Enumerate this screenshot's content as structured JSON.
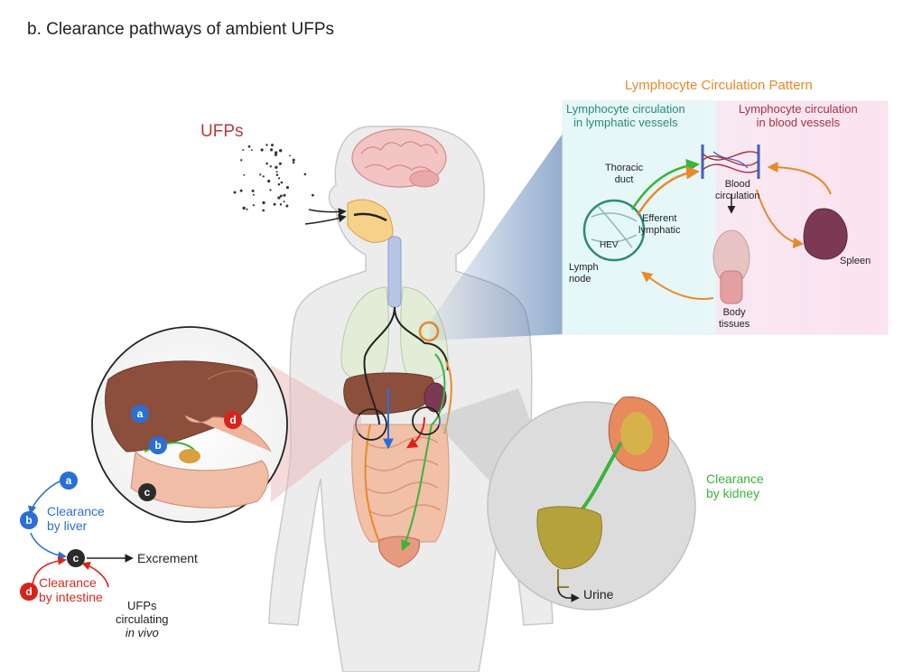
{
  "title": "b. Clearance pathways of ambient UFPs",
  "ufps_label": "UFPs",
  "inset": {
    "title": "Lymphocyte Circulation Pattern",
    "lymphatic_heading": [
      "Lymphocyte circulation",
      "in lymphatic vessels"
    ],
    "blood_heading": [
      "Lymphocyte circulation",
      "in blood vessels"
    ],
    "thoracic_duct": [
      "Thoracic",
      "duct"
    ],
    "blood_circulation": [
      "Blood",
      "circulation"
    ],
    "efferent_lymphatic": [
      "Efferent",
      "lymphatic"
    ],
    "hev": "HEV",
    "lymph_node": [
      "Lymph",
      "node"
    ],
    "spleen": "Spleen",
    "body_tissues": [
      "Body",
      "tissues"
    ]
  },
  "liver_letters": {
    "a": "a",
    "b": "b",
    "c": "c",
    "d": "d"
  },
  "clearance": {
    "liver": [
      "Clearance",
      "by liver"
    ],
    "intestine": [
      "Clearance",
      "by intestine"
    ],
    "kidney": [
      "Clearance",
      "by kidney"
    ],
    "excrement": "Excrement",
    "circulating": [
      "UFPs",
      "circulating"
    ],
    "in_vivo": "in vivo",
    "urine": "Urine"
  },
  "colors": {
    "liver_blue": "#2a6fd6",
    "intestine_red": "#d8231b",
    "kidney_green": "#3bb33b",
    "inset_orange": "#e8892b",
    "lymph_teal": "#2d8a7a",
    "blood_red": "#a8323e"
  }
}
